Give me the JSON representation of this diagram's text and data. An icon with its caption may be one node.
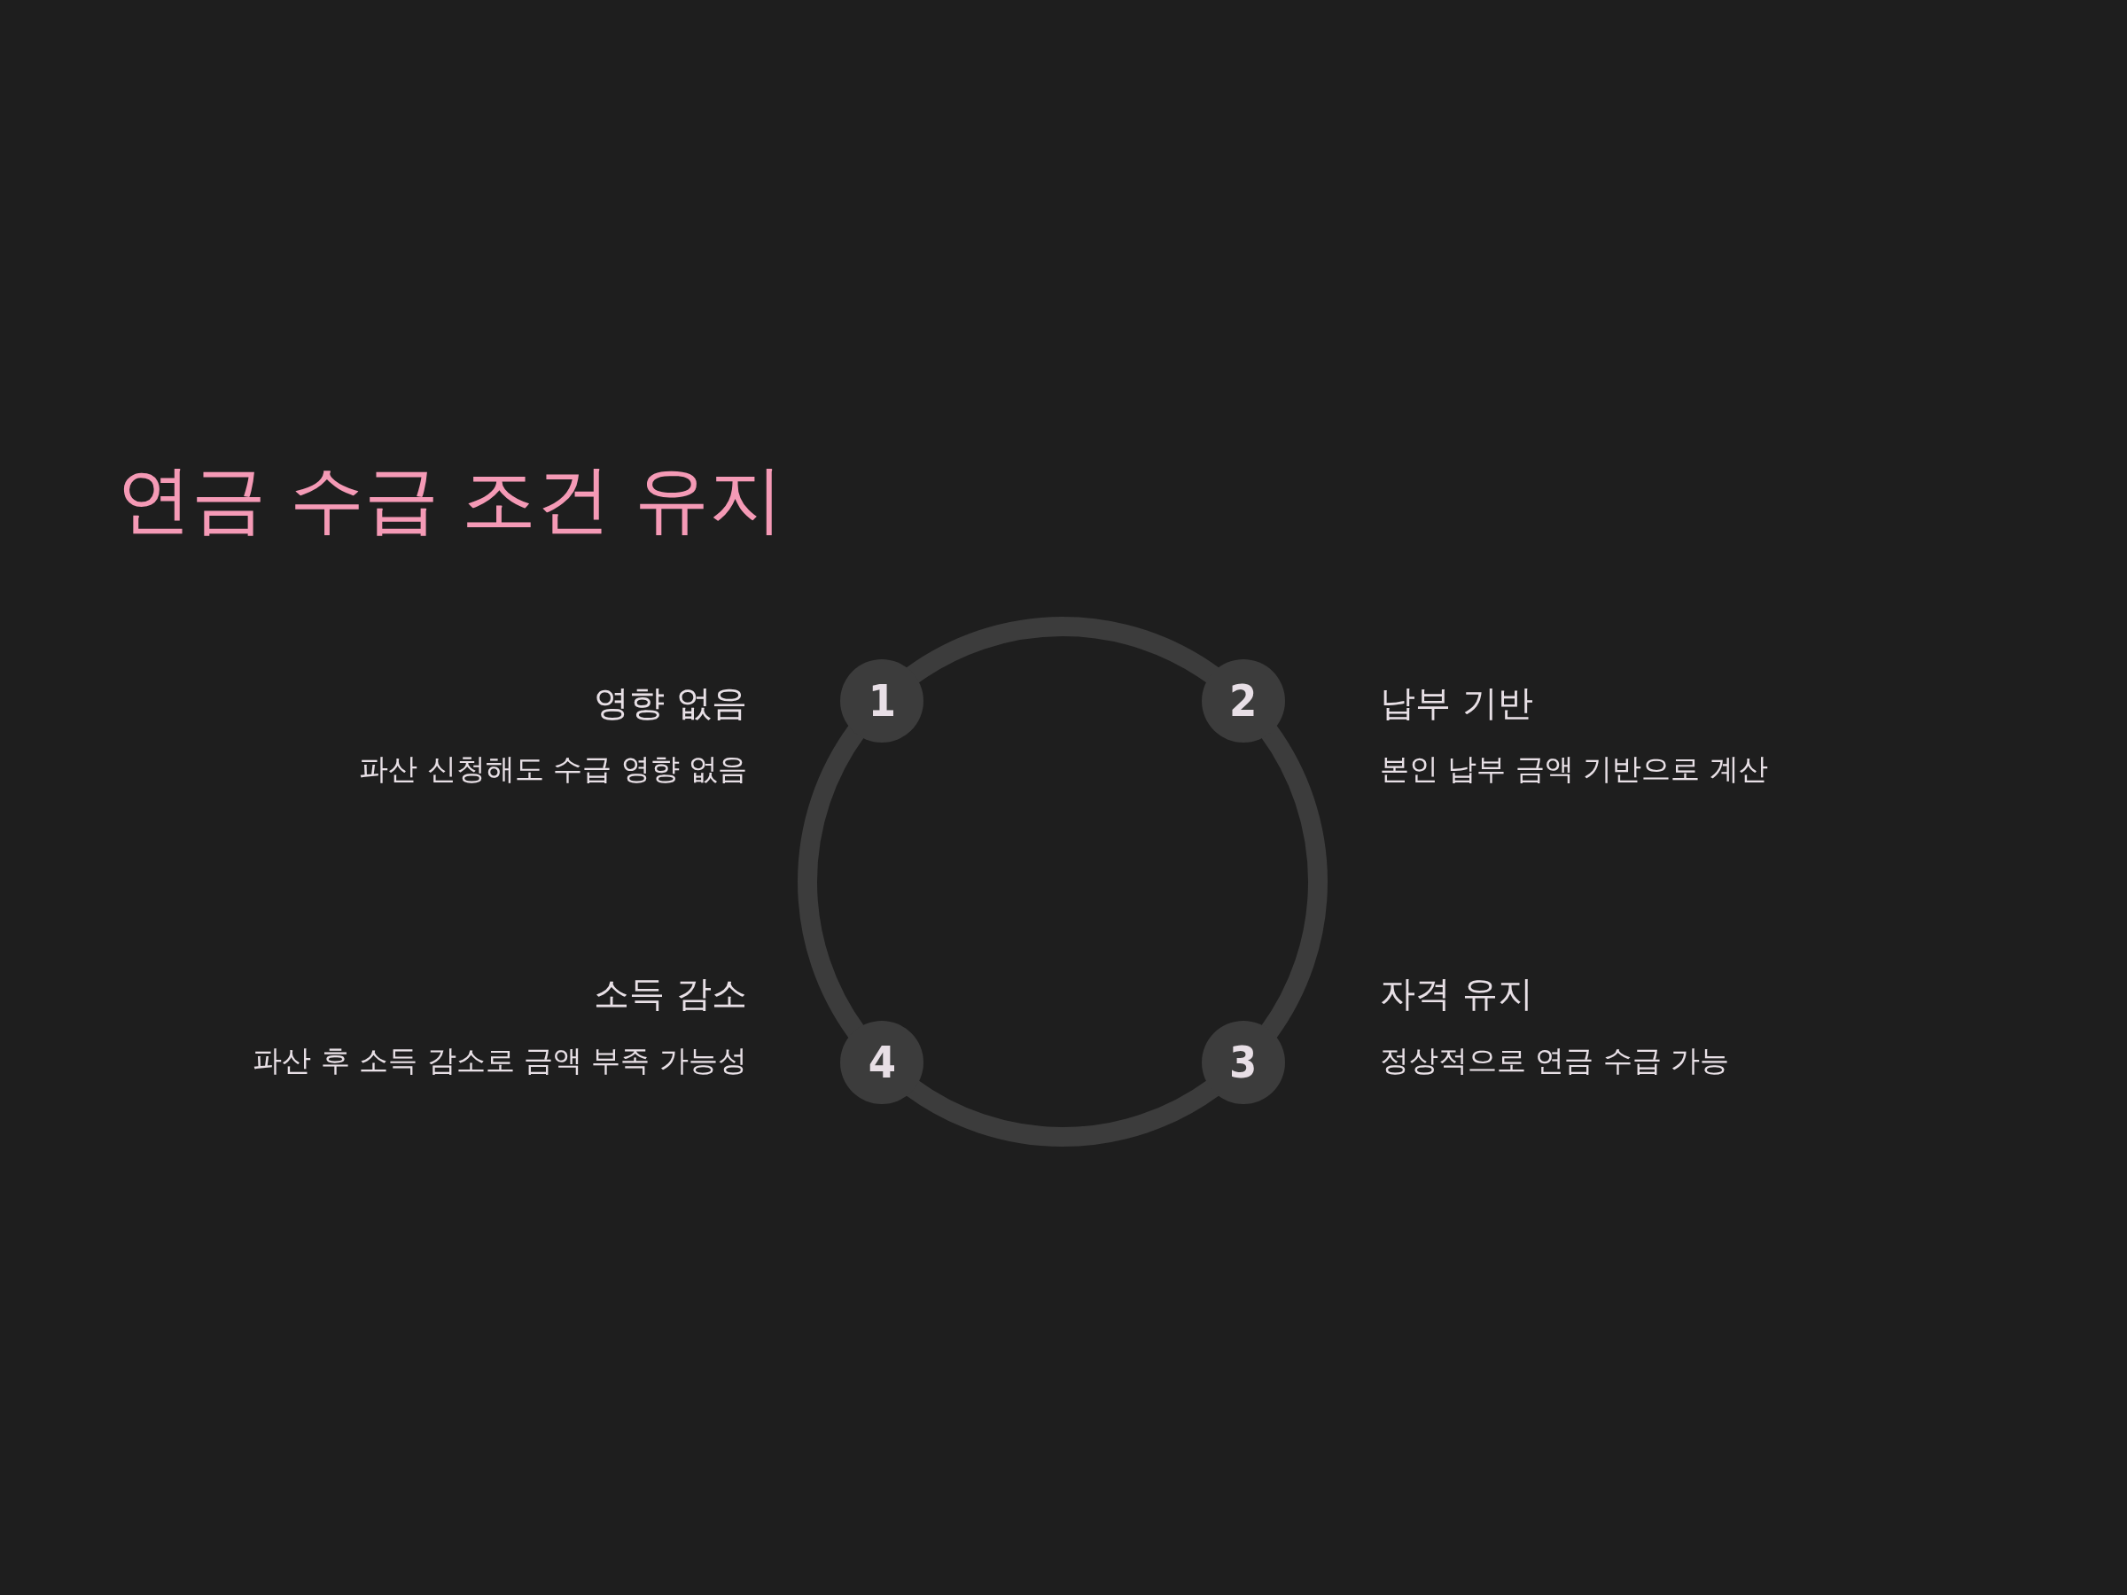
{
  "diagram": {
    "title": "연금 수급 조건 유지",
    "nodes": [
      {
        "text": [
          "1"
        ],
        "beside": [
          "영향 없음",
          "파산 신청해도 수급 영향 없음"
        ]
      },
      {
        "text": [
          "2"
        ],
        "beside": [
          "납부 기반",
          "본인 납부 금액 기반으로 계산"
        ]
      },
      {
        "text": [
          "3"
        ],
        "beside": [
          "자격 유지",
          "정상적으로 연금 수급 가능"
        ]
      },
      {
        "text": [
          "4"
        ],
        "beside": [
          "소득 감소",
          "파산 후 소득 감소로 금액 부족 가능성"
        ]
      }
    ],
    "edges": [
      {
        "from": 0,
        "to": 1,
        "arrow": "none"
      },
      {
        "from": 1,
        "to": 2,
        "arrow": "none"
      },
      {
        "from": 2,
        "to": 3,
        "arrow": "none"
      },
      {
        "from": 3,
        "to": 0,
        "arrow": "none"
      }
    ]
  }
}
